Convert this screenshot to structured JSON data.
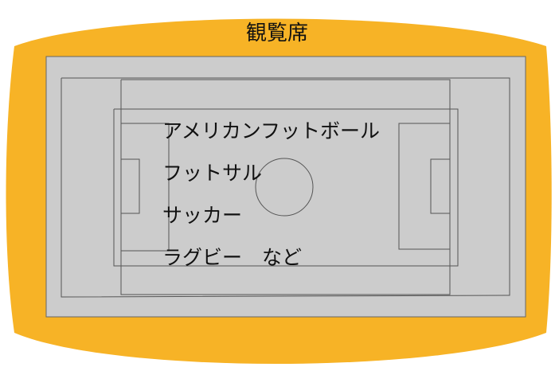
{
  "title": "観覧席",
  "labels": [
    "アメリカンフットボール",
    "フットサル",
    "サッカー",
    "ラグビー　など"
  ],
  "colors": {
    "stands": "#f7b326",
    "field": "#cccccc",
    "lines": "#555555",
    "background": "#ffffff"
  }
}
